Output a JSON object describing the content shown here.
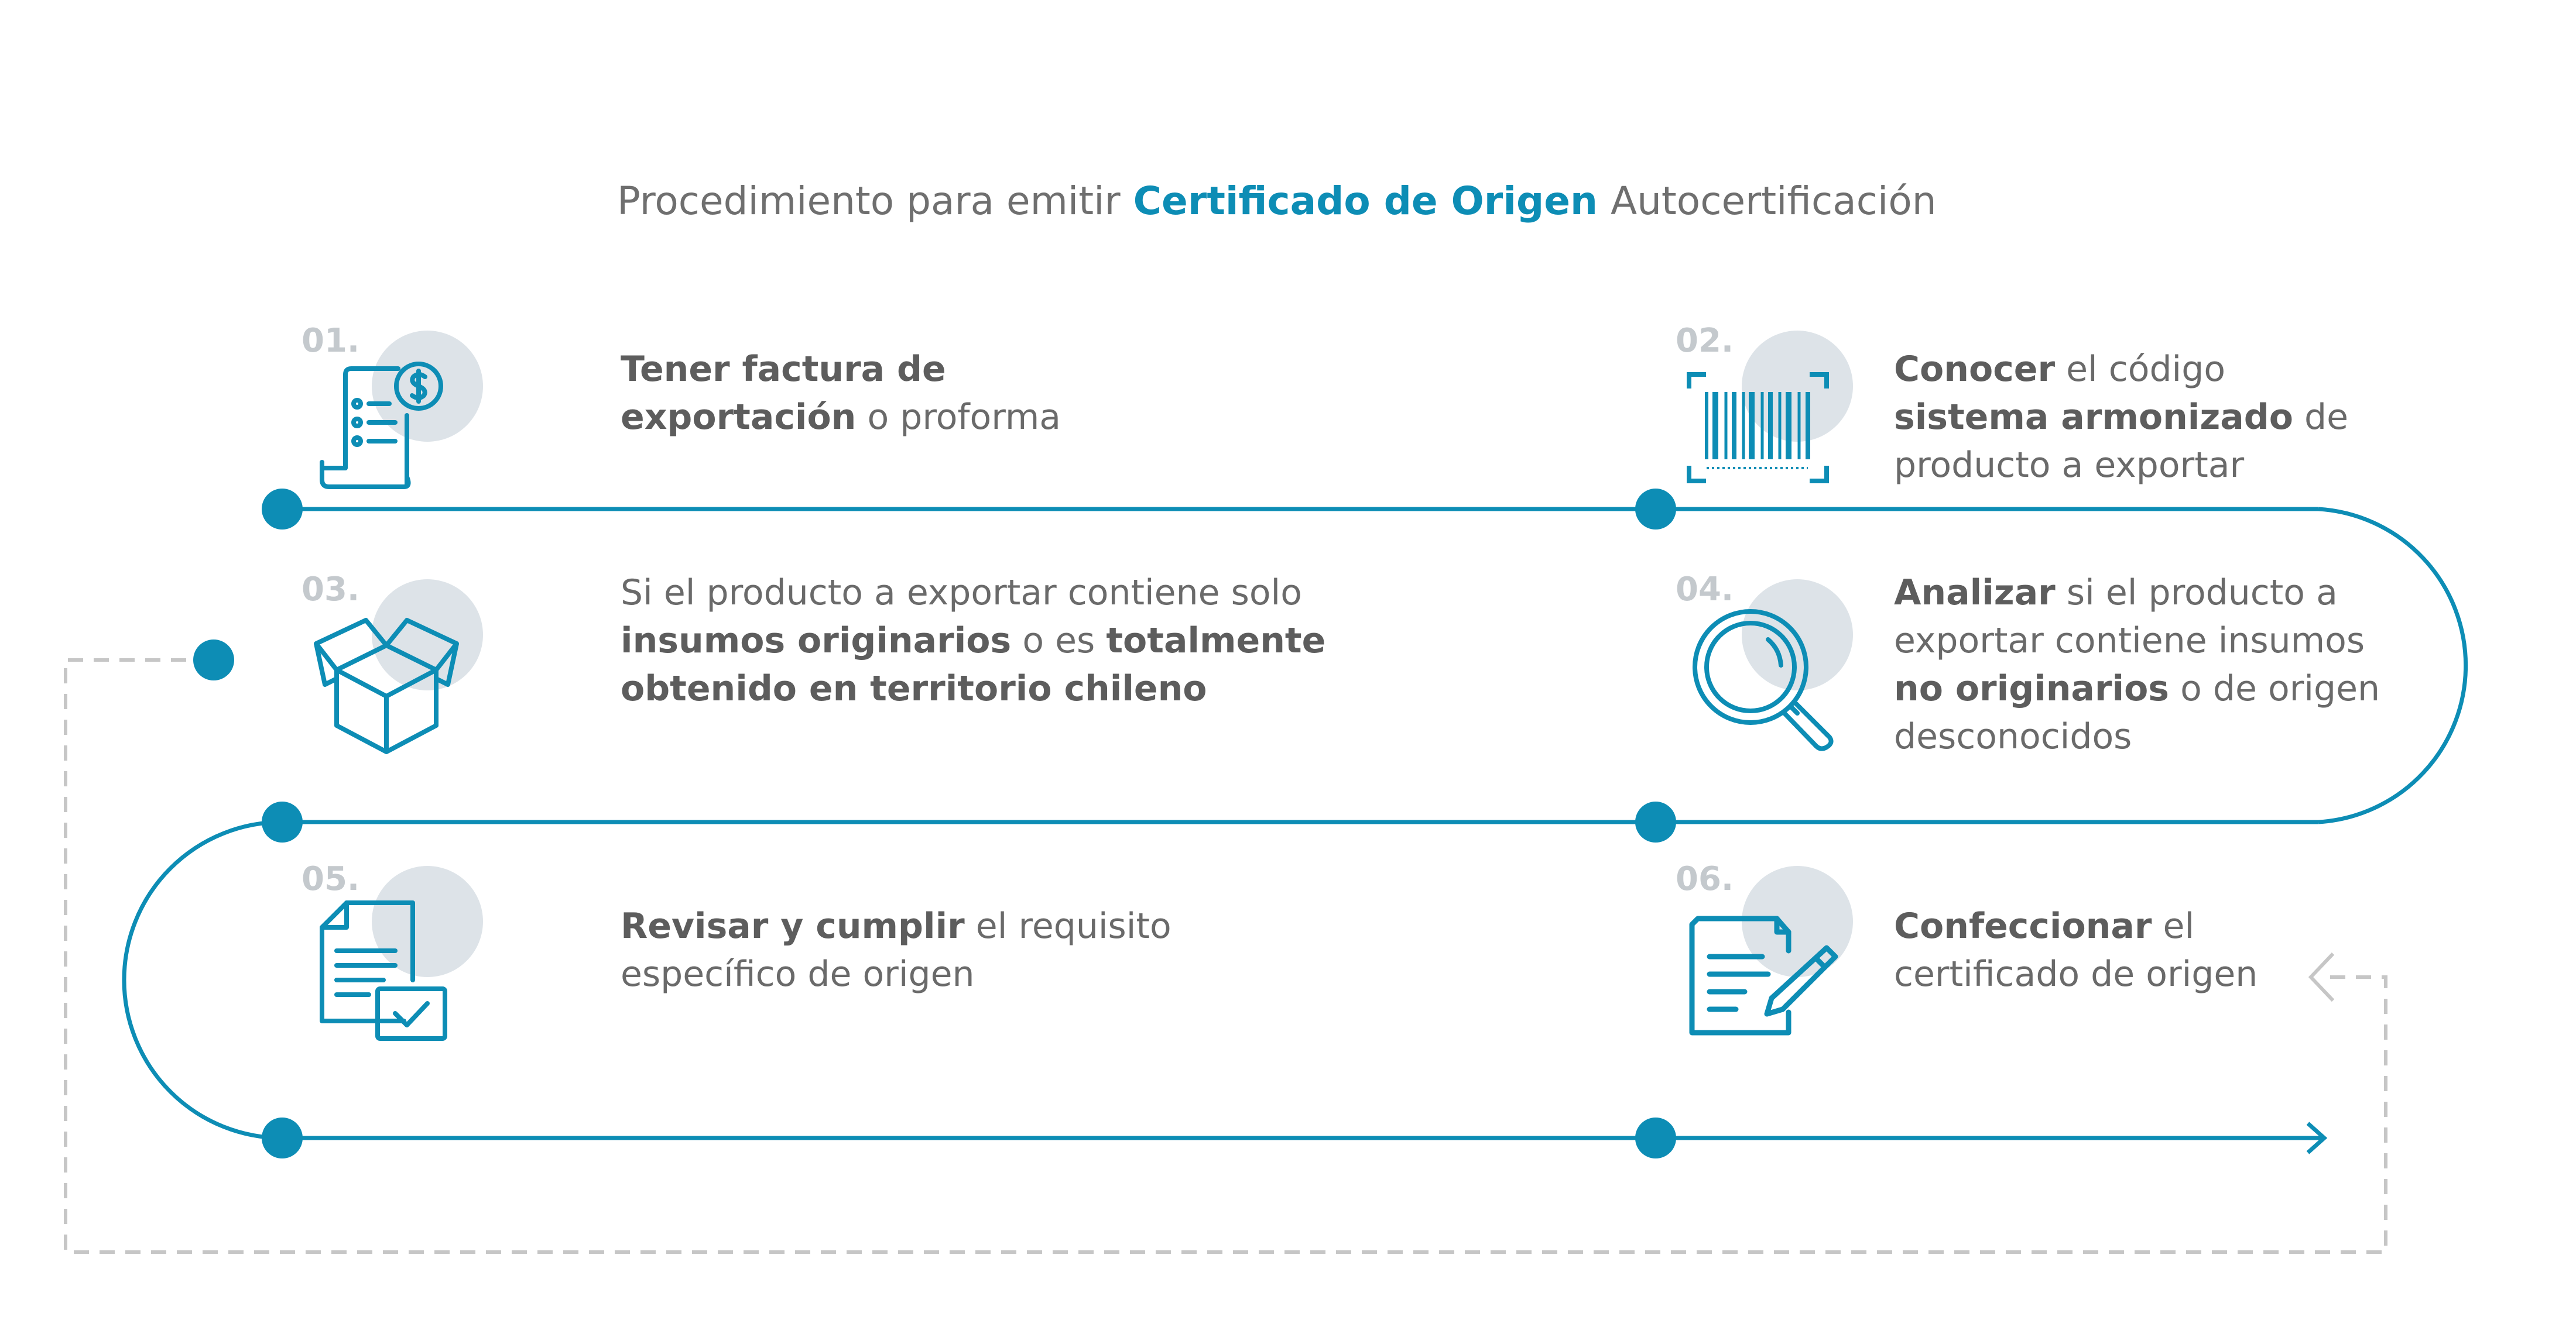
{
  "title": {
    "prefix": "Procedimiento para emitir",
    "highlight": "Certificado de Origen",
    "suffix": "Autocertificación"
  },
  "colors": {
    "accent": "#0d8db5",
    "text": "#6a6a6a",
    "step_number": "#c4c9cd",
    "icon_bg": "#dde3e8",
    "loop_dashed": "#c6c6c6"
  },
  "steps": [
    {
      "number": "01.",
      "icon": "invoice-dollar-icon",
      "lines": [
        [
          {
            "t": "Tener factura de",
            "b": true
          }
        ],
        [
          {
            "t": "exportación",
            "b": true
          },
          {
            "t": " o proforma",
            "b": false
          }
        ]
      ]
    },
    {
      "number": "02.",
      "icon": "barcode-icon",
      "lines": [
        [
          {
            "t": "Conocer",
            "b": true
          },
          {
            "t": " el código",
            "b": false
          }
        ],
        [
          {
            "t": "sistema armonizado",
            "b": true
          },
          {
            "t": " de",
            "b": false
          }
        ],
        [
          {
            "t": "producto a exportar",
            "b": false
          }
        ]
      ]
    },
    {
      "number": "03.",
      "icon": "box-icon",
      "lines": [
        [
          {
            "t": "Si el producto a exportar contiene solo",
            "b": false
          }
        ],
        [
          {
            "t": "insumos originarios",
            "b": true
          },
          {
            "t": " o es ",
            "b": false
          },
          {
            "t": "totalmente",
            "b": true
          }
        ],
        [
          {
            "t": "obtenido en territorio chileno",
            "b": true
          }
        ]
      ]
    },
    {
      "number": "04.",
      "icon": "magnifier-icon",
      "lines": [
        [
          {
            "t": "Analizar",
            "b": true
          },
          {
            "t": " si el producto a",
            "b": false
          }
        ],
        [
          {
            "t": "exportar contiene insumos",
            "b": false
          }
        ],
        [
          {
            "t": "no originarios",
            "b": true
          },
          {
            "t": " o de origen",
            "b": false
          }
        ],
        [
          {
            "t": "desconocidos",
            "b": false
          }
        ]
      ]
    },
    {
      "number": "05.",
      "icon": "document-check-icon",
      "lines": [
        [
          {
            "t": "Revisar y cumplir",
            "b": true
          },
          {
            "t": " el requisito",
            "b": false
          }
        ],
        [
          {
            "t": "específico de origen",
            "b": false
          }
        ]
      ]
    },
    {
      "number": "06.",
      "icon": "document-pencil-icon",
      "lines": [
        [
          {
            "t": "Confeccionar",
            "b": true
          },
          {
            "t": " el",
            "b": false
          }
        ],
        [
          {
            "t": "certificado de origen",
            "b": false
          }
        ]
      ]
    }
  ]
}
